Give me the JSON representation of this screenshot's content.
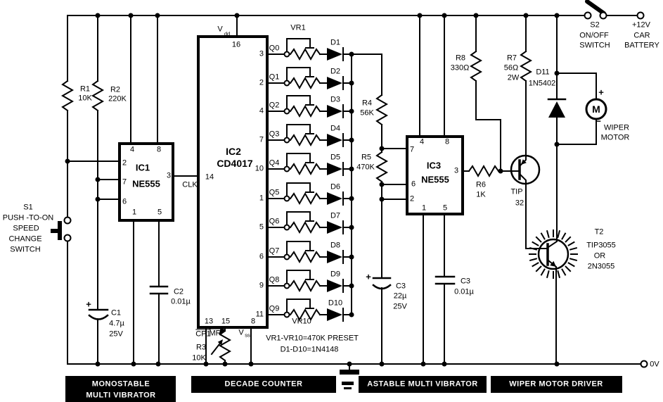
{
  "battery": {
    "line1": "+12V",
    "line2": "CAR",
    "line3": "BATTERY"
  },
  "switch_s2": {
    "ref": "S2",
    "line1": "ON/OFF",
    "line2": "SWITCH"
  },
  "switch_s1": {
    "ref": "S1",
    "line1": "PUSH -TO-ON",
    "line2": "SPEED",
    "line3": "CHANGE",
    "line4": "SWITCH"
  },
  "rails": {
    "zero": "0V"
  },
  "ic1": {
    "ref": "IC1",
    "part": "NE555",
    "clk": "CLK",
    "pins": {
      "p4": "4",
      "p8": "8",
      "p2": "2",
      "p7": "7",
      "p6": "6",
      "p3": "3",
      "p1": "1",
      "p5": "5"
    }
  },
  "ic2": {
    "ref": "IC2",
    "part": "CD4017",
    "vdd_v": "V",
    "vdd_sub": "dd",
    "pin16": "16",
    "pin14": "14",
    "pin13": "13",
    "pin15": "15",
    "pin8": "8",
    "cp1": "CP1",
    "mr": "MR",
    "vss_v": "V",
    "vss_sub": "ss",
    "vr_top": "VR1",
    "vr_bottom": "VR10",
    "outputs": [
      {
        "q": "Q0",
        "pin": "3",
        "d": "D1"
      },
      {
        "q": "Q1",
        "pin": "2",
        "d": "D2"
      },
      {
        "q": "Q2",
        "pin": "4",
        "d": "D3"
      },
      {
        "q": "Q3",
        "pin": "7",
        "d": "D4"
      },
      {
        "q": "Q4",
        "pin": "10",
        "d": "D5"
      },
      {
        "q": "Q5",
        "pin": "1",
        "d": "D6"
      },
      {
        "q": "Q6",
        "pin": "5",
        "d": "D7"
      },
      {
        "q": "Q7",
        "pin": "6",
        "d": "D8"
      },
      {
        "q": "Q8",
        "pin": "9",
        "d": "D9"
      },
      {
        "q": "Q9",
        "pin": "11",
        "d": "D10"
      }
    ]
  },
  "ic3": {
    "ref": "IC3",
    "part": "NE555",
    "pins": {
      "p4": "4",
      "p8": "8",
      "p7": "7",
      "p6": "6",
      "p2": "2",
      "p3": "3",
      "p1": "1",
      "p5": "5"
    }
  },
  "resistors": {
    "r1": {
      "ref": "R1",
      "value": "10K"
    },
    "r2": {
      "ref": "R2",
      "value": "220K"
    },
    "r3": {
      "ref": "R3",
      "value": "10K"
    },
    "r4": {
      "ref": "R4",
      "value": "56K"
    },
    "r5": {
      "ref": "R5",
      "value": "470K"
    },
    "r6": {
      "ref": "R6",
      "value": "1K"
    },
    "r7": {
      "ref": "R7",
      "value": "56Ω",
      "rating": "2W"
    },
    "r8": {
      "ref": "R8",
      "value": "330Ω"
    }
  },
  "capacitors": {
    "c1": {
      "ref": "C1",
      "value": "4.7µ",
      "voltage": "25V",
      "polarity": "+"
    },
    "c2": {
      "ref": "C2",
      "value": "0.01µ"
    },
    "c3a": {
      "ref": "C3",
      "value": "22µ",
      "voltage": "25V",
      "polarity": "+"
    },
    "c3b": {
      "ref": "C3",
      "value": "0.01µ"
    }
  },
  "diodes": {
    "d11": {
      "ref": "D11",
      "part": "1N5402"
    }
  },
  "transistors": {
    "t1": {
      "line1": "TIP",
      "line2": "32"
    },
    "t2": {
      "ref": "T2",
      "line1": "TIP3055",
      "line2": "OR",
      "line3": "2N3055"
    }
  },
  "motor": {
    "symbol": "M",
    "plus": "+",
    "minus": "−",
    "line1": "WIPER",
    "line2": "MOTOR"
  },
  "notes": {
    "line1": "VR1-VR10=470K PRESET",
    "line2": "D1-D10=1N4148"
  },
  "sections": {
    "monostable": {
      "line1": "MONOSTABLE",
      "line2": "MULTI VIBRATOR"
    },
    "decade": "DECADE COUNTER",
    "astable": "ASTABLE MULTI VIBRATOR",
    "driver": "WIPER MOTOR DRIVER"
  }
}
